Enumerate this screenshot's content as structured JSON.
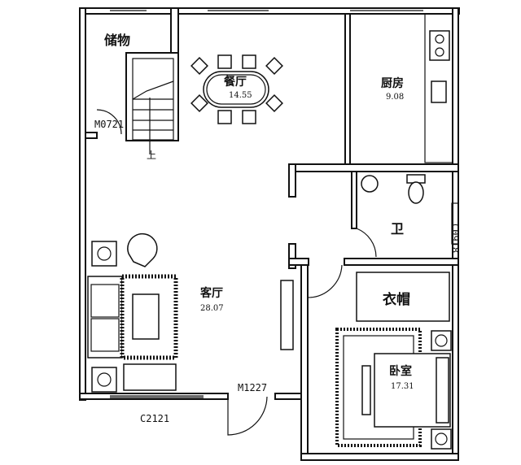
{
  "rooms": {
    "storage": {
      "name": "储物"
    },
    "dining": {
      "name": "餐厅",
      "area": "14.55"
    },
    "kitchen": {
      "name": "厨房",
      "area": "9.08"
    },
    "bathroom": {
      "name": "卫"
    },
    "closet": {
      "name": "衣帽"
    },
    "living": {
      "name": "客厅",
      "area": "28.07"
    },
    "bedroom": {
      "name": "卧室",
      "area": "17.31"
    }
  },
  "openings": {
    "storage_door": "M0721",
    "main_door": "M1227",
    "living_window": "C2121",
    "bath_window": "C0918"
  },
  "stair_direction": "上",
  "colors": {
    "line": "#111111",
    "background": "#ffffff"
  }
}
